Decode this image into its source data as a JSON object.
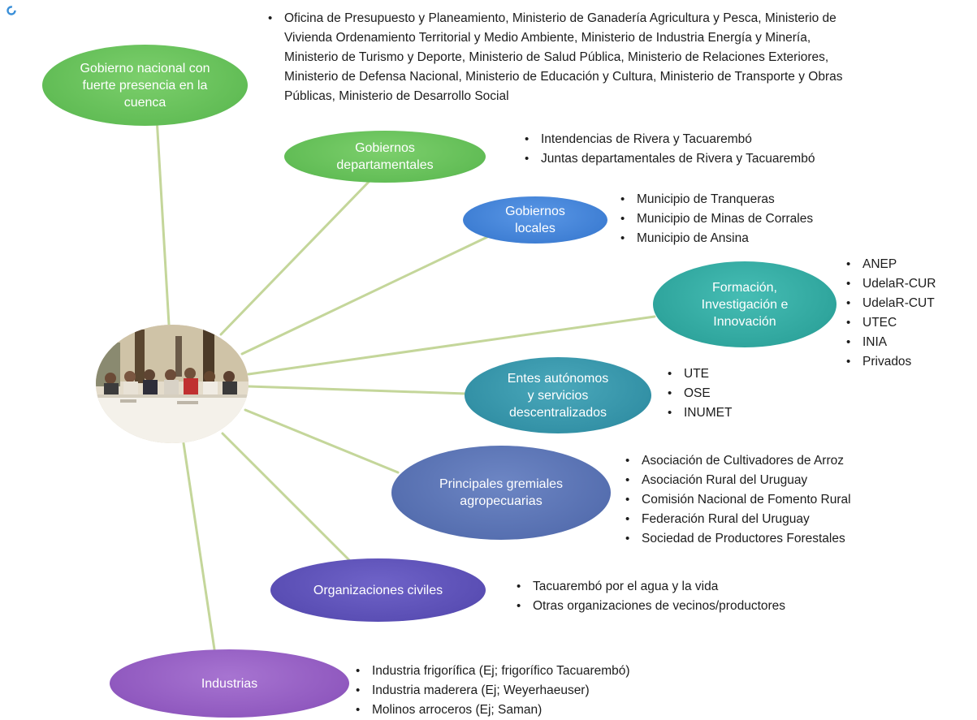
{
  "colors": {
    "green": "#62bd56",
    "blue": "#3f7fd4",
    "teal": "#2fa59d",
    "teal_blue": "#3391a6",
    "slate": "#566fb0",
    "indigo": "#5a4eb4",
    "purple": "#9059bf",
    "connector": "#c4d69a"
  },
  "center_image": {
    "icon": "meeting-photo"
  },
  "corner_icon": "refresh-ring-icon",
  "nodes": {
    "gobierno_nacional": {
      "label_lines": [
        "Gobierno nacional con",
        "fuerte presencia en la",
        "cuenca"
      ],
      "items": [
        "Oficina de Presupuesto y Planeamiento, Ministerio de Ganadería Agricultura y Pesca, Ministerio de",
        "Vivienda Ordenamiento Territorial y Medio Ambiente, Ministerio de Industria Energía y Minería,",
        "Ministerio de Turismo y Deporte, Ministerio de Salud Pública, Ministerio de Relaciones Exteriores,",
        "Ministerio de Defensa Nacional, Ministerio de Educación y Cultura, Ministerio de Transporte y Obras",
        "Públicas, Ministerio de Desarrollo Social"
      ]
    },
    "gobiernos_departamentales": {
      "label_lines": [
        "Gobiernos",
        "departamentales"
      ],
      "items": [
        "Intendencias de Rivera y Tacuarembó",
        "Juntas departamentales de Rivera y Tacuarembó"
      ]
    },
    "gobiernos_locales": {
      "label_lines": [
        "Gobiernos",
        "locales"
      ],
      "items": [
        "Municipio de Tranqueras",
        "Municipio de  Minas de Corrales",
        "Municipio de  Ansina"
      ]
    },
    "formacion": {
      "label_lines": [
        "Formación,",
        "Investigación e",
        "Innovación"
      ],
      "items": [
        "ANEP",
        "UdelaR-CUR",
        "UdelaR-CUT",
        "UTEC",
        "INIA",
        "Privados"
      ]
    },
    "entes": {
      "label_lines": [
        "Entes  autónomos",
        "y servicios",
        "descentralizados"
      ],
      "items": [
        "UTE",
        "OSE",
        "INUMET"
      ]
    },
    "gremiales": {
      "label_lines": [
        "Principales gremiales",
        "agropecuarias"
      ],
      "items": [
        "Asociación de Cultivadores de Arroz",
        "Asociación Rural del Uruguay",
        "Comisión Nacional de Fomento Rural",
        "Federación Rural del Uruguay",
        "Sociedad de Productores Forestales"
      ]
    },
    "organizaciones": {
      "label_lines": [
        "Organizaciones civiles"
      ],
      "items": [
        "Tacuarembó por el agua y la vida",
        "Otras organizaciones de vecinos/productores"
      ]
    },
    "industrias": {
      "label_lines": [
        "Industrias"
      ],
      "items": [
        "Industria frigorífica (Ej; frigorífico Tacuarembó)",
        "Industria maderera (Ej; Weyerhaeuser)",
        "Molinos arroceros (Ej; Saman)"
      ]
    }
  }
}
